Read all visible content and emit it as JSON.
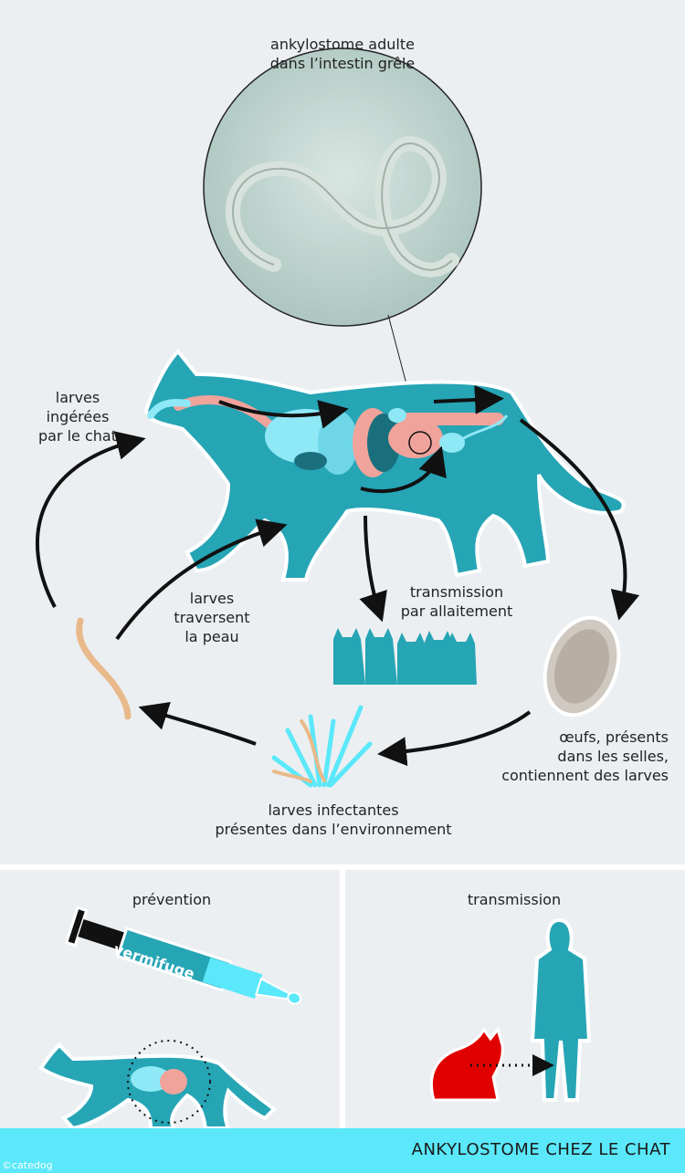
{
  "title": "ANKYLOSTOME CHEZ LE CHAT",
  "copyright": "©catedog",
  "colors": {
    "background": "#eceff2",
    "teal": "#26a5b5",
    "cyan": "#5ae8fa",
    "organ_pink": "#f0a39b",
    "larva": "#e8b98a",
    "red_cat": "#e00000"
  },
  "cycle": {
    "adult_label": [
      "ankylostome adulte",
      "dans l’intestin grêle"
    ],
    "ingested_label": [
      "larves",
      "ingérées",
      "par le chat"
    ],
    "nursing_label": [
      "transmission",
      "par allaitement"
    ],
    "skin_label": [
      "larves",
      "traversent",
      "la peau"
    ],
    "eggs_label": [
      "œufs, présents",
      "dans les selles,",
      "contiennent des larves"
    ],
    "environment_label": [
      "larves infectantes",
      "présentes dans l’environnement"
    ]
  },
  "prevention": {
    "heading": "prévention",
    "syringe_label": "vermifuge"
  },
  "transmission": {
    "heading": "transmission"
  }
}
